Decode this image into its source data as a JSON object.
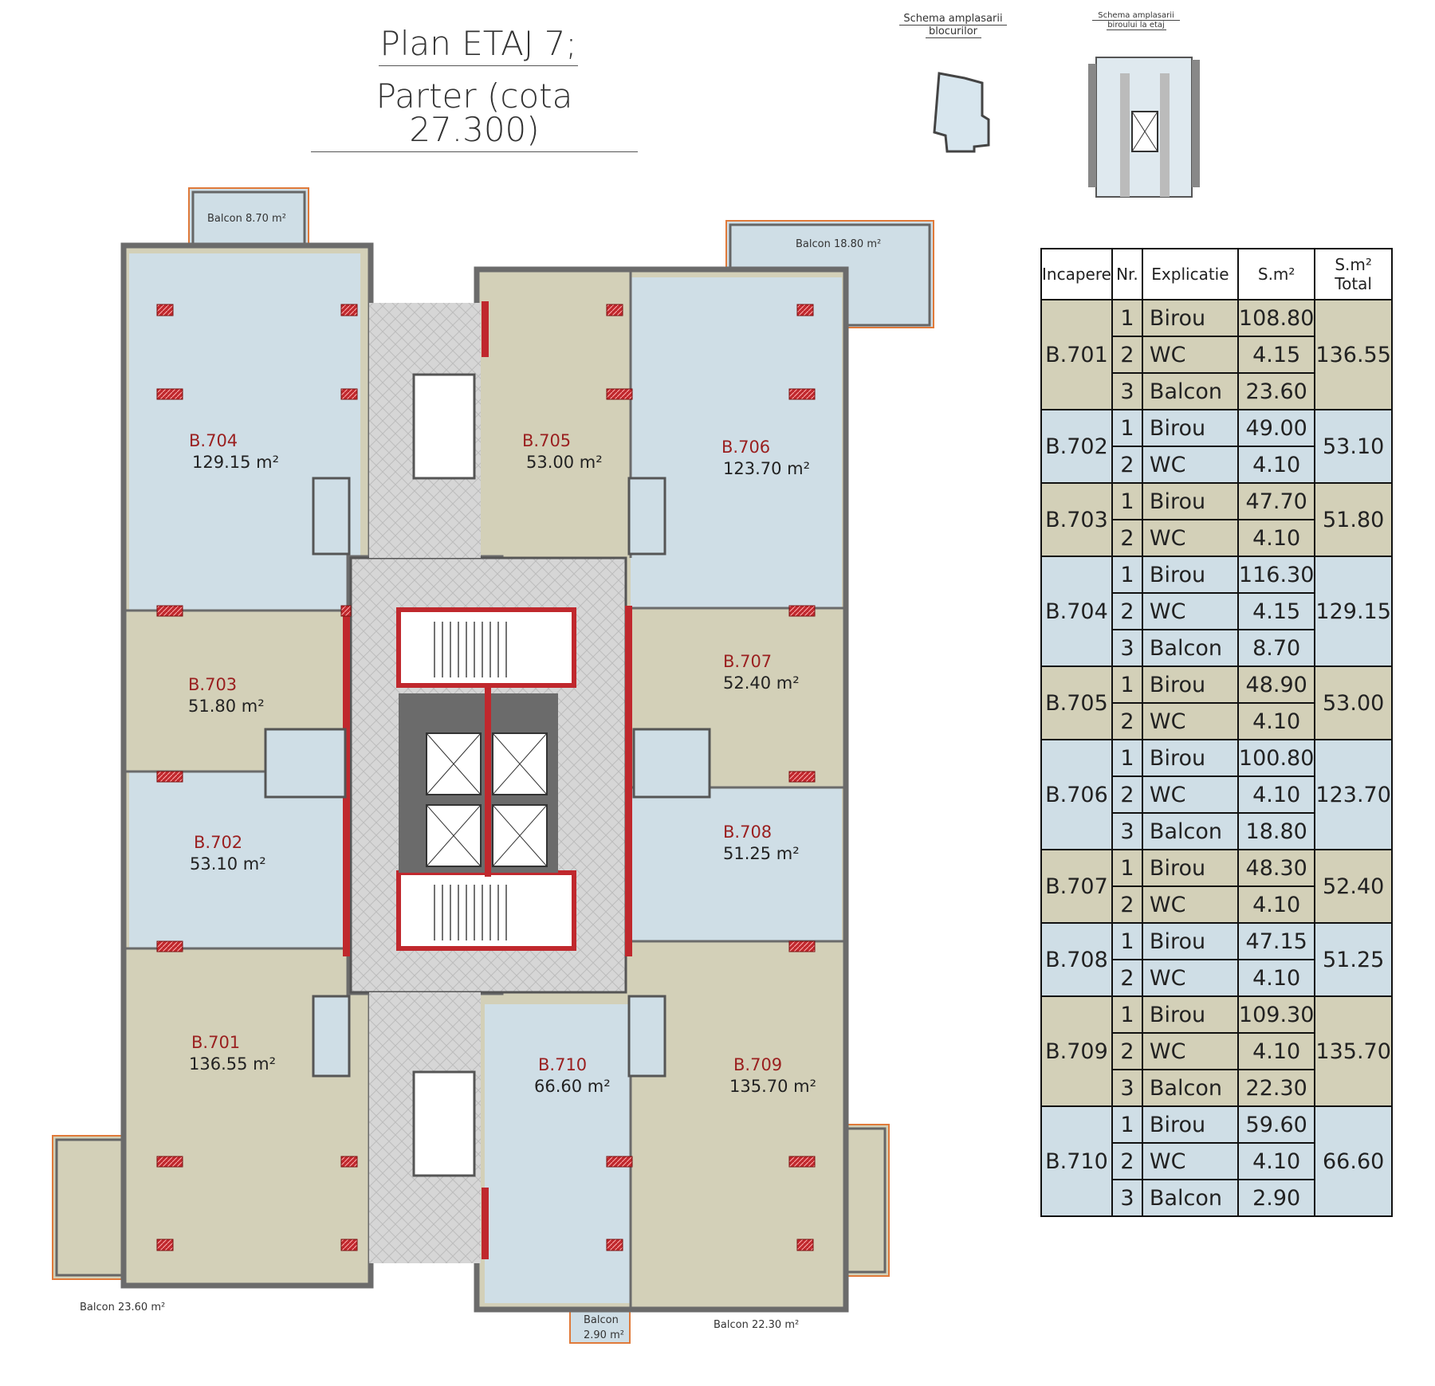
{
  "title": {
    "line1": "Plan ETAJ 7;",
    "line2": "Parter (cota 27.300)"
  },
  "schema": {
    "blocks_line1": "Schema amplasarii",
    "blocks_line2": "blocurilor",
    "office_line1": "Schema amplasarii",
    "office_line2": "biroului la etaj"
  },
  "rooms": [
    {
      "id": "B.701",
      "area": "136.55 m²"
    },
    {
      "id": "B.702",
      "area": "53.10 m²"
    },
    {
      "id": "B.703",
      "area": "51.80 m²"
    },
    {
      "id": "B.704",
      "area": "129.15 m²"
    },
    {
      "id": "B.705",
      "area": "53.00 m²"
    },
    {
      "id": "B.706",
      "area": "123.70 m²"
    },
    {
      "id": "B.707",
      "area": "52.40 m²"
    },
    {
      "id": "B.708",
      "area": "51.25 m²"
    },
    {
      "id": "B.709",
      "area": "135.70 m²"
    },
    {
      "id": "B.710",
      "area": "66.60 m²"
    }
  ],
  "balconies": [
    "Balcon 8.70 m²",
    "Balcon 18.80 m²",
    "Balcon 23.60 m²",
    "Balcon 22.30 m²",
    "Balcon",
    "2.90 m²"
  ],
  "table": {
    "headers": [
      "Incapere",
      "Nr.",
      "Explicatie",
      "S.m²",
      "S.m²",
      "Total"
    ],
    "groups": [
      {
        "room": "B.701",
        "total": "136.55",
        "color": "green",
        "rows": [
          [
            "1",
            "Birou",
            "108.80"
          ],
          [
            "2",
            "WC",
            "4.15"
          ],
          [
            "3",
            "Balcon",
            "23.60"
          ]
        ]
      },
      {
        "room": "B.702",
        "total": "53.10",
        "color": "blue",
        "rows": [
          [
            "1",
            "Birou",
            "49.00"
          ],
          [
            "2",
            "WC",
            "4.10"
          ]
        ]
      },
      {
        "room": "B.703",
        "total": "51.80",
        "color": "green",
        "rows": [
          [
            "1",
            "Birou",
            "47.70"
          ],
          [
            "2",
            "WC",
            "4.10"
          ]
        ]
      },
      {
        "room": "B.704",
        "total": "129.15",
        "color": "blue",
        "rows": [
          [
            "1",
            "Birou",
            "116.30"
          ],
          [
            "2",
            "WC",
            "4.15"
          ],
          [
            "3",
            "Balcon",
            "8.70"
          ]
        ]
      },
      {
        "room": "B.705",
        "total": "53.00",
        "color": "green",
        "rows": [
          [
            "1",
            "Birou",
            "48.90"
          ],
          [
            "2",
            "WC",
            "4.10"
          ]
        ]
      },
      {
        "room": "B.706",
        "total": "123.70",
        "color": "blue",
        "rows": [
          [
            "1",
            "Birou",
            "100.80"
          ],
          [
            "2",
            "WC",
            "4.10"
          ],
          [
            "3",
            "Balcon",
            "18.80"
          ]
        ]
      },
      {
        "room": "B.707",
        "total": "52.40",
        "color": "green",
        "rows": [
          [
            "1",
            "Birou",
            "48.30"
          ],
          [
            "2",
            "WC",
            "4.10"
          ]
        ]
      },
      {
        "room": "B.708",
        "total": "51.25",
        "color": "blue",
        "rows": [
          [
            "1",
            "Birou",
            "47.15"
          ],
          [
            "2",
            "WC",
            "4.10"
          ]
        ]
      },
      {
        "room": "B.709",
        "total": "135.70",
        "color": "green",
        "rows": [
          [
            "1",
            "Birou",
            "109.30"
          ],
          [
            "2",
            "WC",
            "4.10"
          ],
          [
            "3",
            "Balcon",
            "22.30"
          ]
        ]
      },
      {
        "room": "B.710",
        "total": "66.60",
        "color": "blue",
        "rows": [
          [
            "1",
            "Birou",
            "59.60"
          ],
          [
            "2",
            "WC",
            "4.10"
          ],
          [
            "3",
            "Balcon",
            "2.90"
          ]
        ]
      }
    ]
  },
  "colors": {
    "office_blue": "#cfdee6",
    "office_green": "#d3d0b8",
    "wall": "#6b6b6b",
    "core_hatch": "#cfcfcf",
    "fire_red": "#c0282d",
    "balcony_outline": "#e07a3a"
  }
}
